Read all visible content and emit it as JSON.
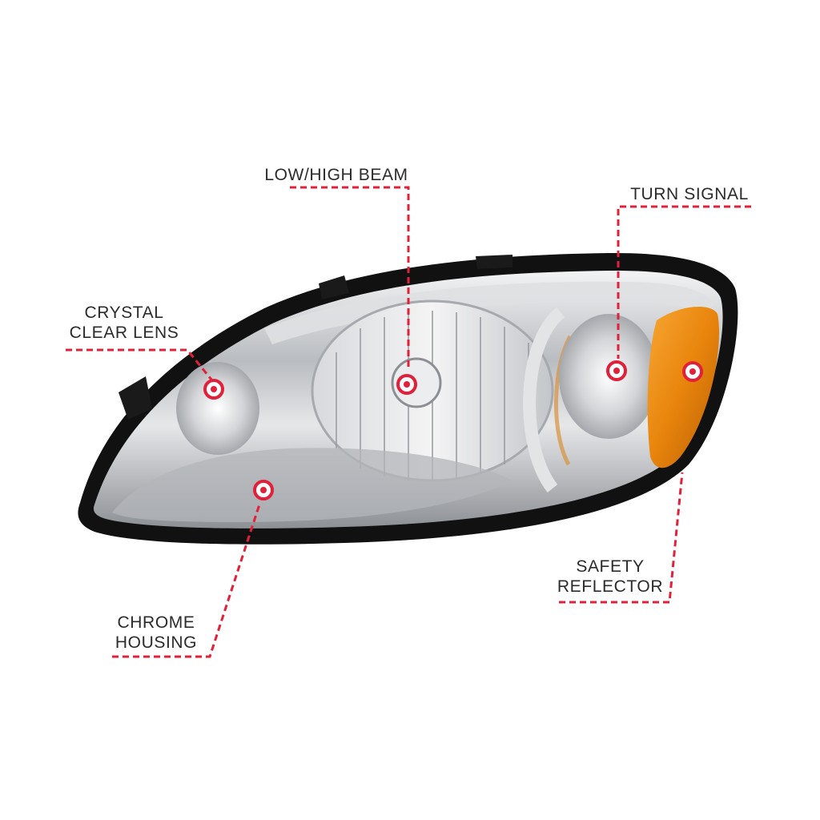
{
  "callouts": {
    "low_high_beam": {
      "lines": [
        "LOW/HIGH BEAM"
      ]
    },
    "turn_signal": {
      "lines": [
        "TURN SIGNAL"
      ]
    },
    "crystal_clear_lens": {
      "lines": [
        "CRYSTAL",
        "CLEAR LENS"
      ]
    },
    "chrome_housing": {
      "lines": [
        "CHROME",
        "HOUSING"
      ]
    },
    "safety_reflector": {
      "lines": [
        "SAFETY",
        "REFLECTOR"
      ]
    }
  },
  "colors": {
    "leader_line": "#e1203a",
    "label_text": "#2b2b2b",
    "housing_trim": "#111111",
    "amber_reflector": "#e8840c",
    "chrome": "#c9cbce"
  },
  "icons": {
    "marker": "red-ring-dot",
    "product": "headlight-assembly"
  }
}
